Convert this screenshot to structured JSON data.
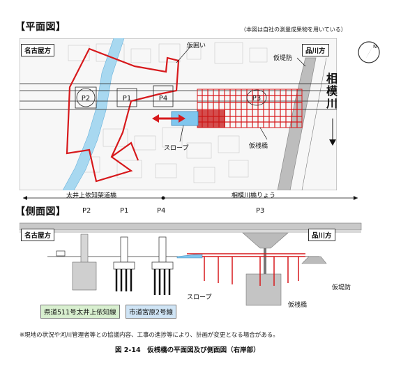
{
  "plan": {
    "title": "【平面図】",
    "note": "（本図は自社の測量成果物を用いている）",
    "nagoya": "名古屋方",
    "shinagawa": "品川方",
    "karigakoi": "仮囲い",
    "karitеibo": "仮堤防",
    "river": [
      "相",
      "模",
      "川"
    ],
    "slope": "スロープ",
    "karisankyo": "仮桟橋",
    "piers": [
      "P2",
      "P1",
      "P4",
      "P3"
    ],
    "seg_left": "太井上依知架道橋",
    "seg_right": "相模川橋りょう"
  },
  "side": {
    "title": "【側面図】",
    "piers": [
      "P2",
      "P1",
      "P4",
      "P3"
    ],
    "nagoya": "名古屋方",
    "shinagawa": "品川方",
    "slope": "スロープ",
    "karisankyo": "仮桟橋",
    "karitеibo": "仮堤防",
    "road1": "県道511号太井上依知線",
    "road2": "市道宮原2号線"
  },
  "footnote": "※現地の状況や河川管理者等との協議内容、工事の進捗等により、計画が変更となる場合がある。",
  "caption": "図 2-14　仮桟橋の平面図及び側面図（右岸部）",
  "colors": {
    "red": "#d7191c",
    "blue": "#7fc6ee",
    "gray": "#9a9a9a"
  }
}
